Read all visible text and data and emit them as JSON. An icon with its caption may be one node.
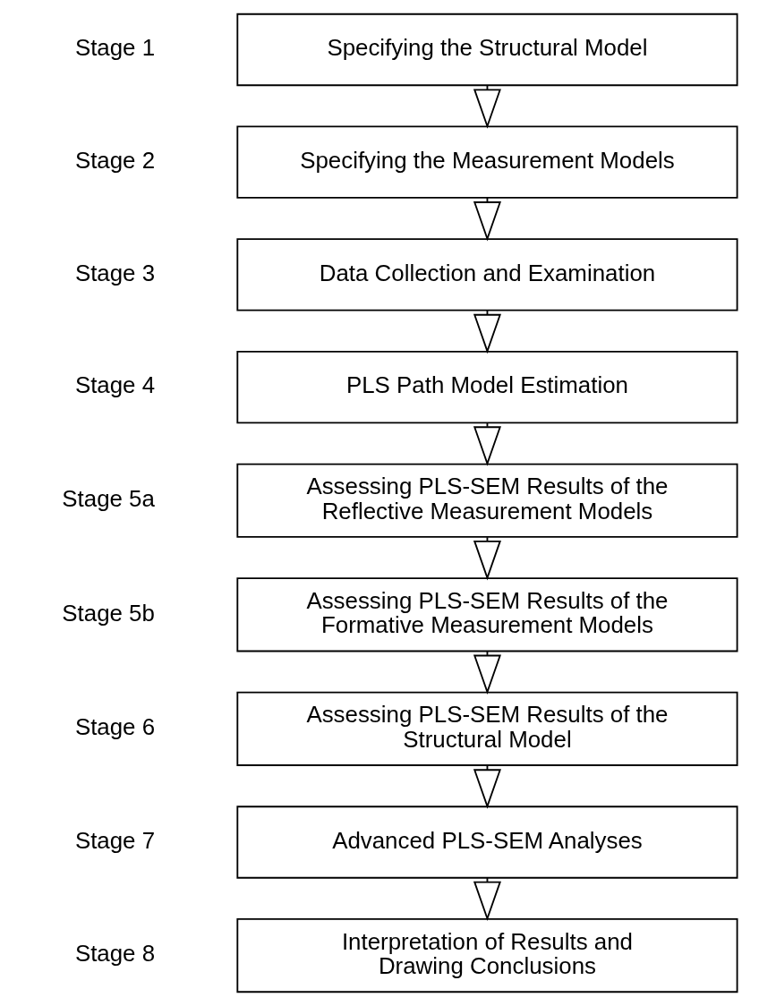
{
  "diagram": {
    "nodes": [
      {
        "text": [
          "Specifying the Structural Model"
        ],
        "beside": [
          "Stage 1"
        ]
      },
      {
        "text": [
          "Specifying the Measurement Models"
        ],
        "beside": [
          "Stage 2"
        ]
      },
      {
        "text": [
          "Data Collection and Examination"
        ],
        "beside": [
          "Stage 3"
        ]
      },
      {
        "text": [
          "PLS Path Model Estimation"
        ],
        "beside": [
          "Stage 4"
        ]
      },
      {
        "text": [
          "Assessing PLS-SEM Results of the Reflective Measurement Models"
        ],
        "beside": [
          "Stage 5a"
        ]
      },
      {
        "text": [
          "Assessing PLS-SEM Results of the Formative Measurement Models"
        ],
        "beside": [
          "Stage 5b"
        ]
      },
      {
        "text": [
          "Assessing PLS-SEM Results of the Structural Model"
        ],
        "beside": [
          "Stage 6"
        ]
      },
      {
        "text": [
          "Advanced PLS-SEM Analyses"
        ],
        "beside": [
          "Stage 7"
        ]
      },
      {
        "text": [
          "Interpretation of Results and Drawing Conclusions"
        ],
        "beside": [
          "Stage 8"
        ]
      }
    ],
    "edges": [
      {
        "from": 0,
        "to": 1,
        "arrow": "to"
      },
      {
        "from": 1,
        "to": 2,
        "arrow": "to"
      },
      {
        "from": 2,
        "to": 3,
        "arrow": "to"
      },
      {
        "from": 3,
        "to": 4,
        "arrow": "to"
      },
      {
        "from": 4,
        "to": 5,
        "arrow": "to"
      },
      {
        "from": 5,
        "to": 6,
        "arrow": "to"
      },
      {
        "from": 6,
        "to": 7,
        "arrow": "to"
      },
      {
        "from": 7,
        "to": 8,
        "arrow": "to"
      }
    ]
  }
}
